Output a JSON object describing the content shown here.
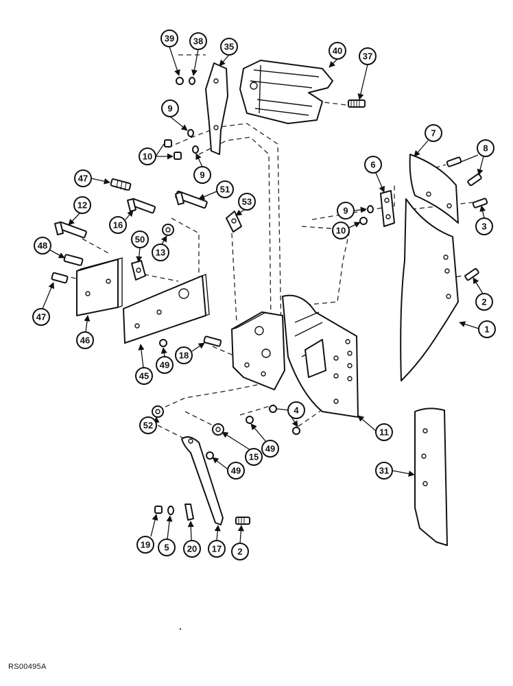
{
  "diagram": {
    "reference_code": "RS00495A",
    "callouts": [
      "39",
      "38",
      "35",
      "40",
      "37",
      "9",
      "10",
      "9",
      "7",
      "8",
      "47",
      "51",
      "6",
      "53",
      "12",
      "16",
      "9",
      "3",
      "50",
      "10",
      "13",
      "48",
      "47",
      "2",
      "46",
      "1",
      "45",
      "49",
      "18",
      "4",
      "52",
      "11",
      "31",
      "15",
      "49",
      "49",
      "19",
      "5",
      "20",
      "17",
      "2"
    ]
  }
}
